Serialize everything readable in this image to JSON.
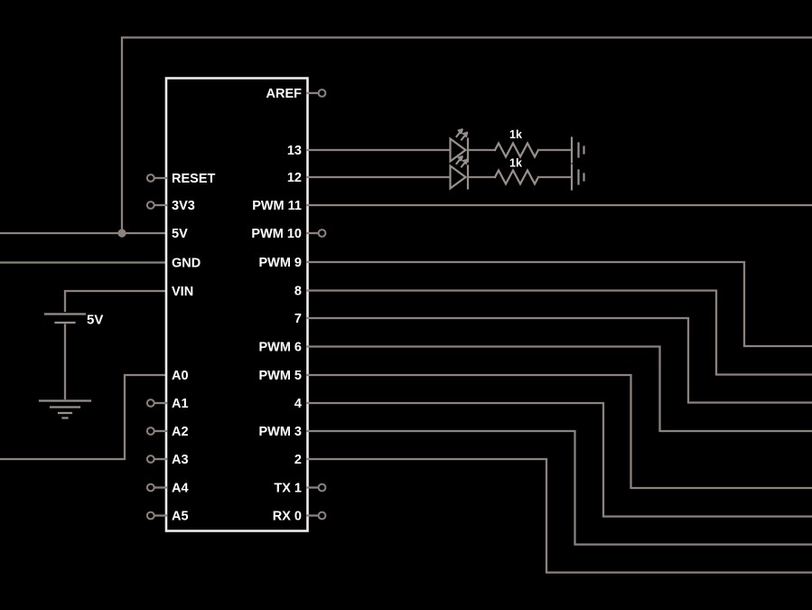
{
  "colors": {
    "background": "#000000",
    "wire": "#8b817d",
    "component": "#9a908b",
    "chip-border": "#ececec",
    "label": "#ffffff"
  },
  "chip": {
    "left_pins": [
      {
        "label": "RESET"
      },
      {
        "label": "3V3"
      },
      {
        "label": "5V"
      },
      {
        "label": "GND"
      },
      {
        "label": "VIN"
      },
      {
        "label": "A0"
      },
      {
        "label": "A1"
      },
      {
        "label": "A2"
      },
      {
        "label": "A3"
      },
      {
        "label": "A4"
      },
      {
        "label": "A5"
      }
    ],
    "right_pins": [
      {
        "label": "AREF"
      },
      {
        "label": "13"
      },
      {
        "label": "12"
      },
      {
        "label": "PWM 11"
      },
      {
        "label": "PWM 10"
      },
      {
        "label": "PWM 9"
      },
      {
        "label": "8"
      },
      {
        "label": "7"
      },
      {
        "label": "PWM 6"
      },
      {
        "label": "PWM 5"
      },
      {
        "label": "4"
      },
      {
        "label": "PWM 3"
      },
      {
        "label": "2"
      },
      {
        "label": "TX 1"
      },
      {
        "label": "RX 0"
      }
    ]
  },
  "components": {
    "battery": {
      "label": "5V"
    },
    "resistor1": {
      "label": "1k"
    },
    "resistor2": {
      "label": "1k"
    }
  }
}
